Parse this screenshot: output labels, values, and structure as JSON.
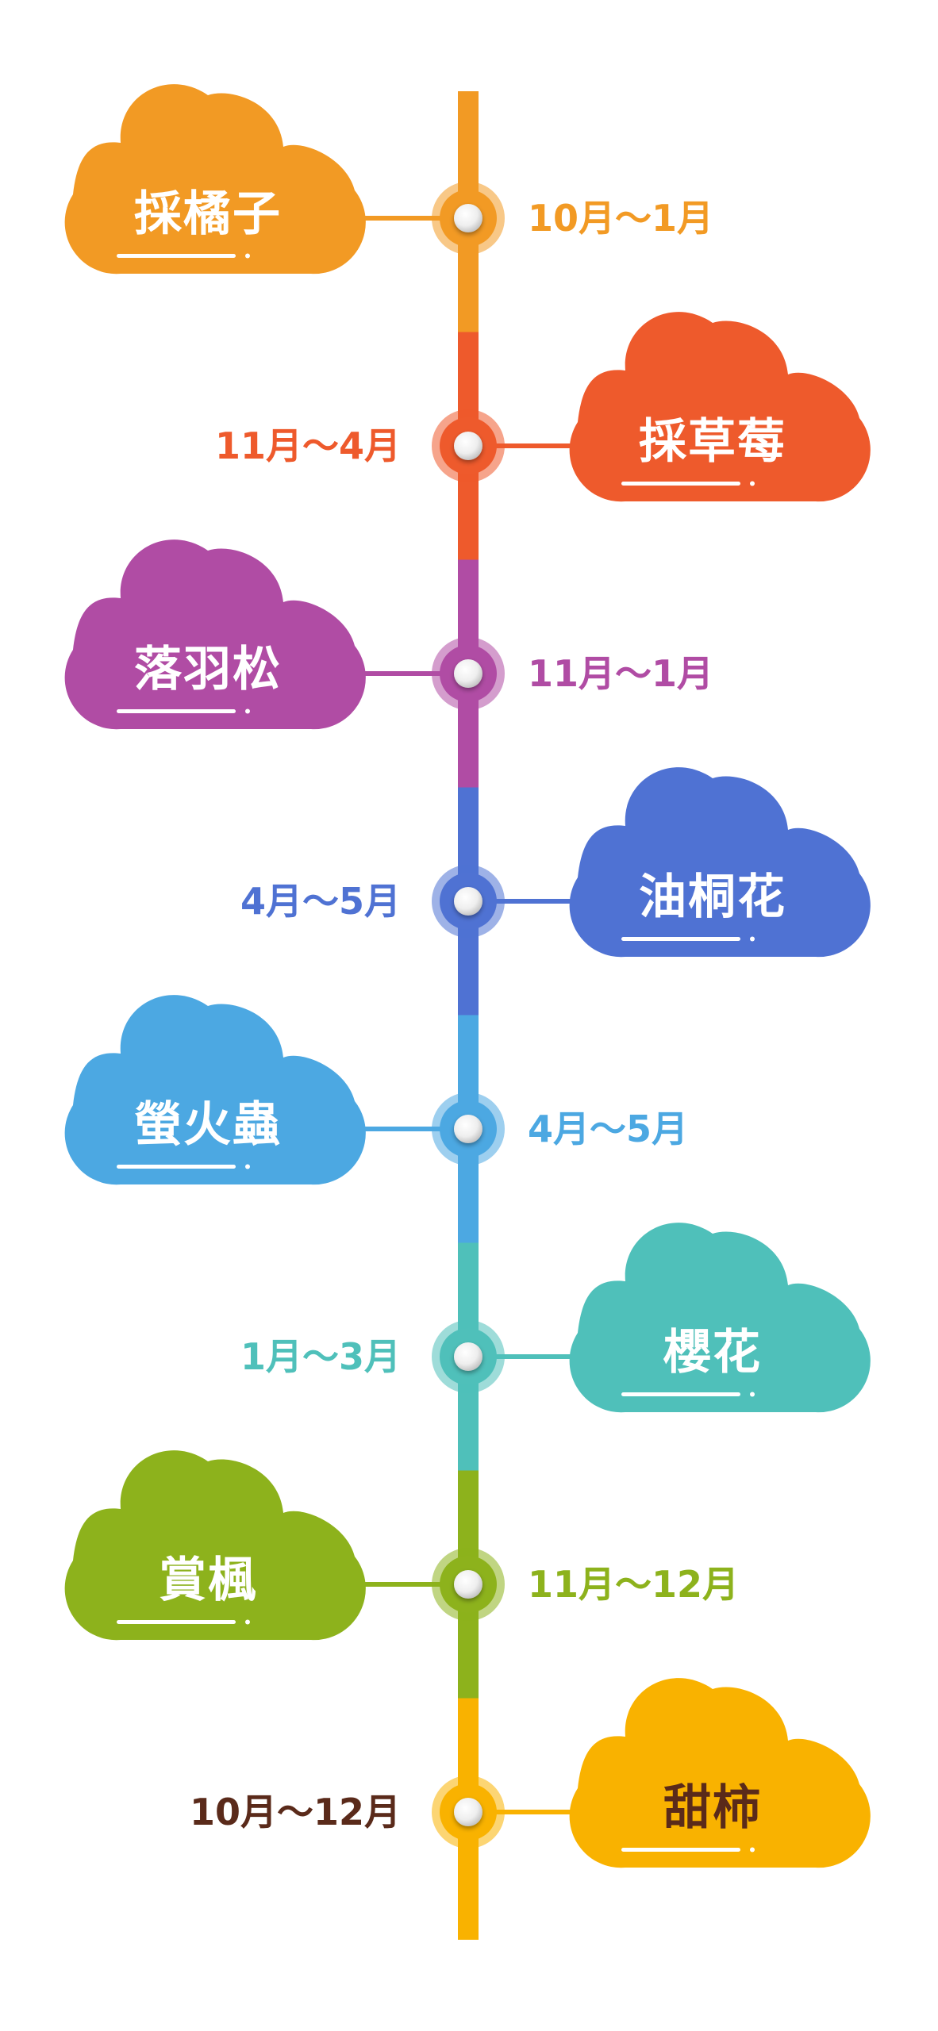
{
  "timeline": {
    "items": [
      {
        "name": "採橘子",
        "period": "10月～1月",
        "color": "#F29A24",
        "side": "left"
      },
      {
        "name": "採草莓",
        "period": "11月～4月",
        "color": "#EE5A2C",
        "side": "right"
      },
      {
        "name": "落羽松",
        "period": "11月～1月",
        "color": "#B04CA4",
        "side": "left"
      },
      {
        "name": "油桐花",
        "period": "4月～5月",
        "color": "#4F72D3",
        "side": "right"
      },
      {
        "name": "螢火蟲",
        "period": "4月～5月",
        "color": "#4CA8E2",
        "side": "left"
      },
      {
        "name": "櫻花",
        "period": "1月～3月",
        "color": "#4FC0BA",
        "side": "right"
      },
      {
        "name": "賞楓",
        "period": "11月～12月",
        "color": "#8DB21C",
        "side": "left"
      },
      {
        "name": "甜柿",
        "period": "10月～12月",
        "color": "#F9B200",
        "side": "right",
        "text_color": "#5A2A1A",
        "period_color": "#5A2A1A"
      }
    ]
  }
}
